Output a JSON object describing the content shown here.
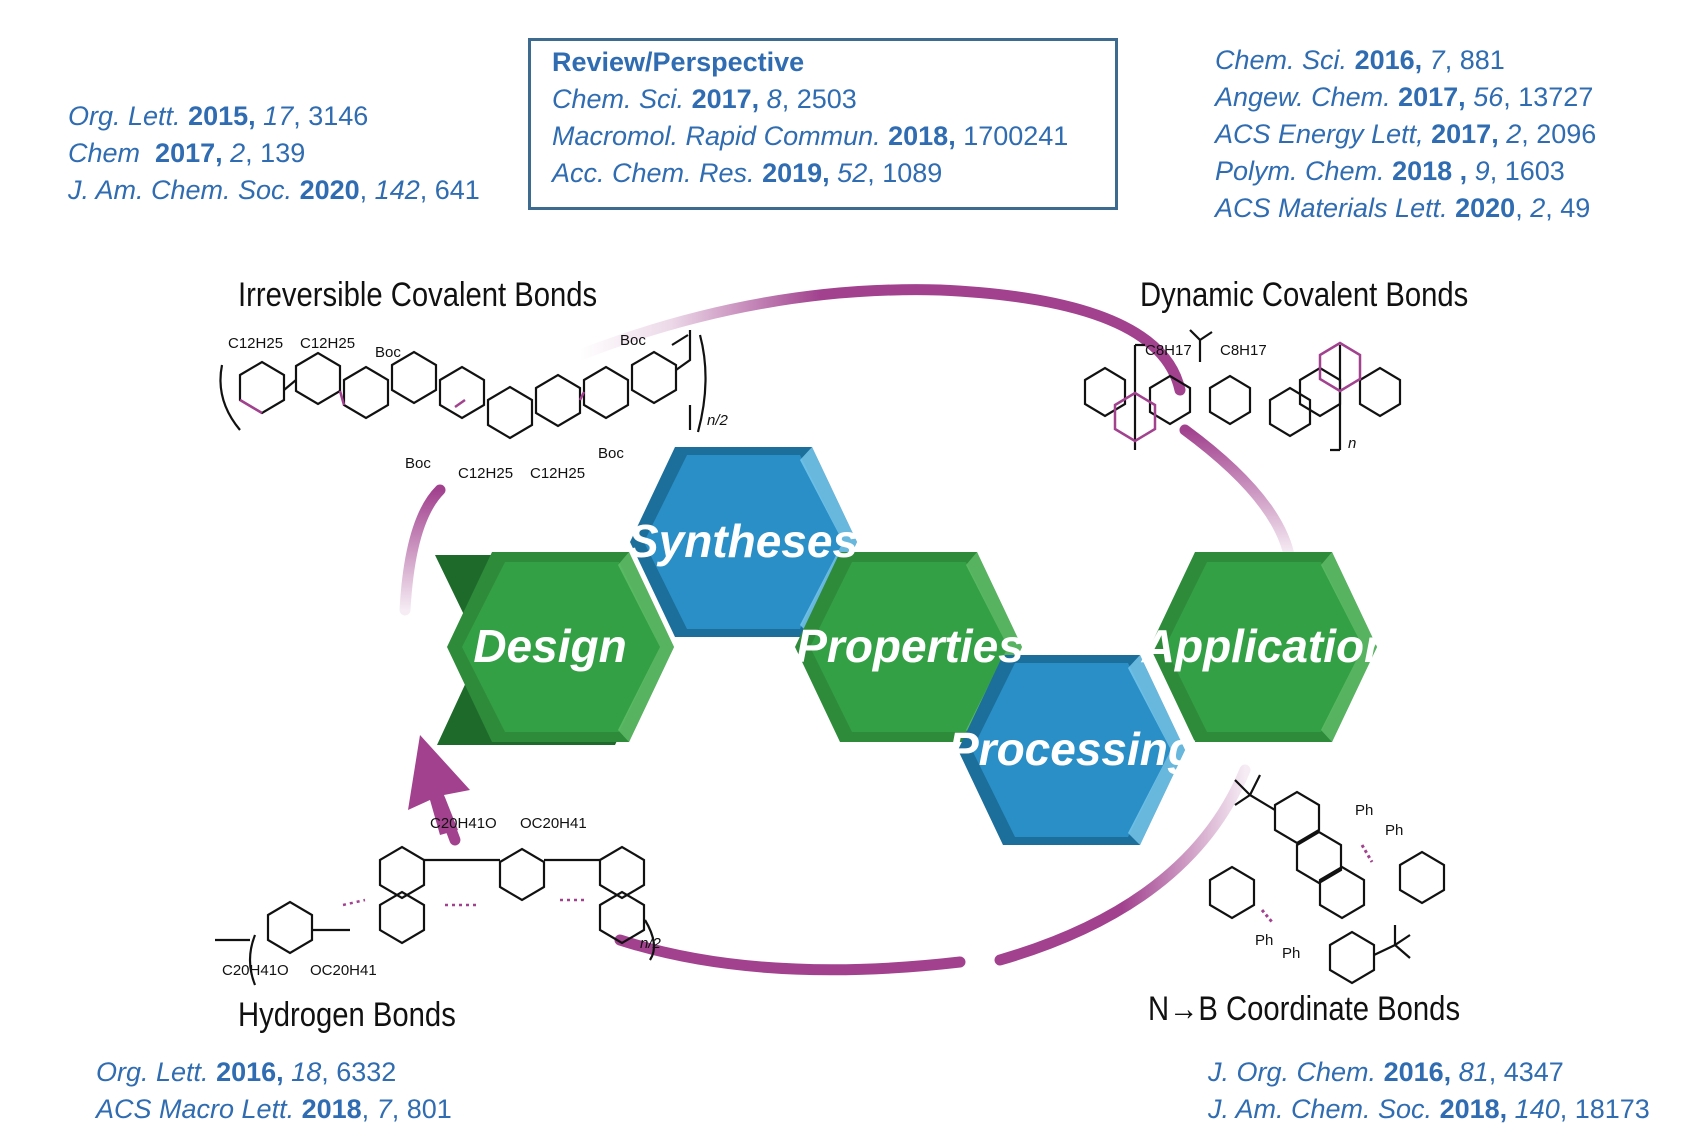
{
  "refs_top_left": [
    {
      "journal": "Org. Lett.",
      "year": "2015,",
      "vol": "17",
      "page": ", 3146"
    },
    {
      "journal": "Chem",
      "year": "2017,",
      "vol": "2",
      "page": ", 139"
    },
    {
      "journal": "J. Am. Chem. Soc.",
      "year": "2020",
      "vol": "142",
      "page": ", 641",
      "sep_year": ", ",
      "sep_vol": ""
    }
  ],
  "review": {
    "title": "Review/Perspective",
    "items": [
      {
        "journal": "Chem. Sci.",
        "year": "2017,",
        "vol": "8",
        "page": ", 2503"
      },
      {
        "journal": "Macromol. Rapid Commun.",
        "year": "2018,",
        "vol": "",
        "page": " 1700241"
      },
      {
        "journal": "Acc. Chem. Res.",
        "year": "2019,",
        "vol": "52",
        "page": ", 1089"
      }
    ]
  },
  "refs_top_right": [
    {
      "journal": "Chem. Sci.",
      "year": "2016,",
      "vol": "7",
      "page": ", 881"
    },
    {
      "journal": "Angew. Chem.",
      "year": "2017,",
      "vol": "56",
      "page": ", 13727"
    },
    {
      "journal": "ACS Energy Lett,",
      "year": "2017,",
      "vol": "2",
      "page": ", 2096"
    },
    {
      "journal": "Polym. Chem.",
      "year": "2018 ,",
      "vol": "9",
      "page": ", 1603"
    },
    {
      "journal": "ACS Materials Lett.",
      "year": "2020",
      "vol": "2",
      "page": ", 49"
    }
  ],
  "refs_bottom_left": [
    {
      "journal": "Org. Lett.",
      "year": "2016,",
      "vol": "18",
      "page": ", 6332"
    },
    {
      "journal": "ACS Macro Lett.",
      "year": "2018",
      "vol": "7",
      "page": ", 801"
    }
  ],
  "refs_bottom_right": [
    {
      "journal": "J. Org. Chem.",
      "year": "2016,",
      "vol": "81",
      "page": ", 4347"
    },
    {
      "journal": "J. Am. Chem. Soc.",
      "year": "2018,",
      "vol": "140",
      "page": ", 18173"
    }
  ],
  "sections": {
    "top_left": "Irreversible Covalent Bonds",
    "top_right": "Dynamic Covalent Bonds",
    "bottom_left": "Hydrogen Bonds",
    "bottom_right": "N→B Coordinate Bonds"
  },
  "hexagons": {
    "design": "Design",
    "syntheses": "Syntheses",
    "properties": "Properties",
    "processing": "Processing",
    "application": "Application"
  },
  "molecule_labels": {
    "tl_c12a": "C12H25",
    "tl_c12b": "C12H25",
    "tl_boc1": "Boc",
    "tl_boc2": "Boc",
    "tl_boc3": "Boc",
    "tl_boc4": "Boc",
    "tl_c12c": "C12H25",
    "tl_c12d": "C12H25",
    "tl_n": "n/2",
    "tr_c8a": "C8H17",
    "tr_c8b": "C8H17",
    "tr_n": "n",
    "bl_oc20a": "C20H41O",
    "bl_oc20b": "OC20H41",
    "bl_oc20c": "C20H41O",
    "bl_oc20d": "OC20H41",
    "bl_n": "n/2",
    "br_ph1": "Ph",
    "br_ph2": "Ph",
    "br_ph3": "Ph",
    "br_ph4": "Ph"
  },
  "colors": {
    "ref_blue": "#2f6cb1",
    "hex_green": "#2e8b3a",
    "hex_blue": "#2a8fc6",
    "cycle_purple": "#a2428f"
  }
}
